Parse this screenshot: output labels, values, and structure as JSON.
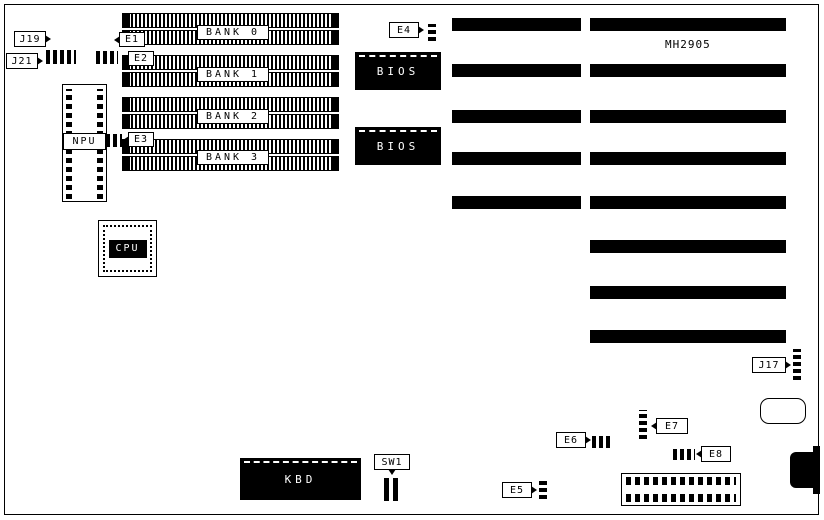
{
  "board": {
    "part_number": "MH2905",
    "memory_banks": [
      "BANK 0",
      "BANK 1",
      "BANK 2",
      "BANK 3"
    ],
    "chips": {
      "npu": "NPU",
      "cpu": "CPU",
      "bios_top": "BIOS",
      "bios_bottom": "BIOS",
      "keyboard": "KBD"
    },
    "jumpers": {
      "j19": "J19",
      "j21": "J21",
      "j17": "J17",
      "e1": "E1",
      "e2": "E2",
      "e3": "E3",
      "e4": "E4",
      "e5": "E5",
      "e6": "E6",
      "e7": "E7",
      "e8": "E8",
      "sw1": "SW1"
    }
  }
}
